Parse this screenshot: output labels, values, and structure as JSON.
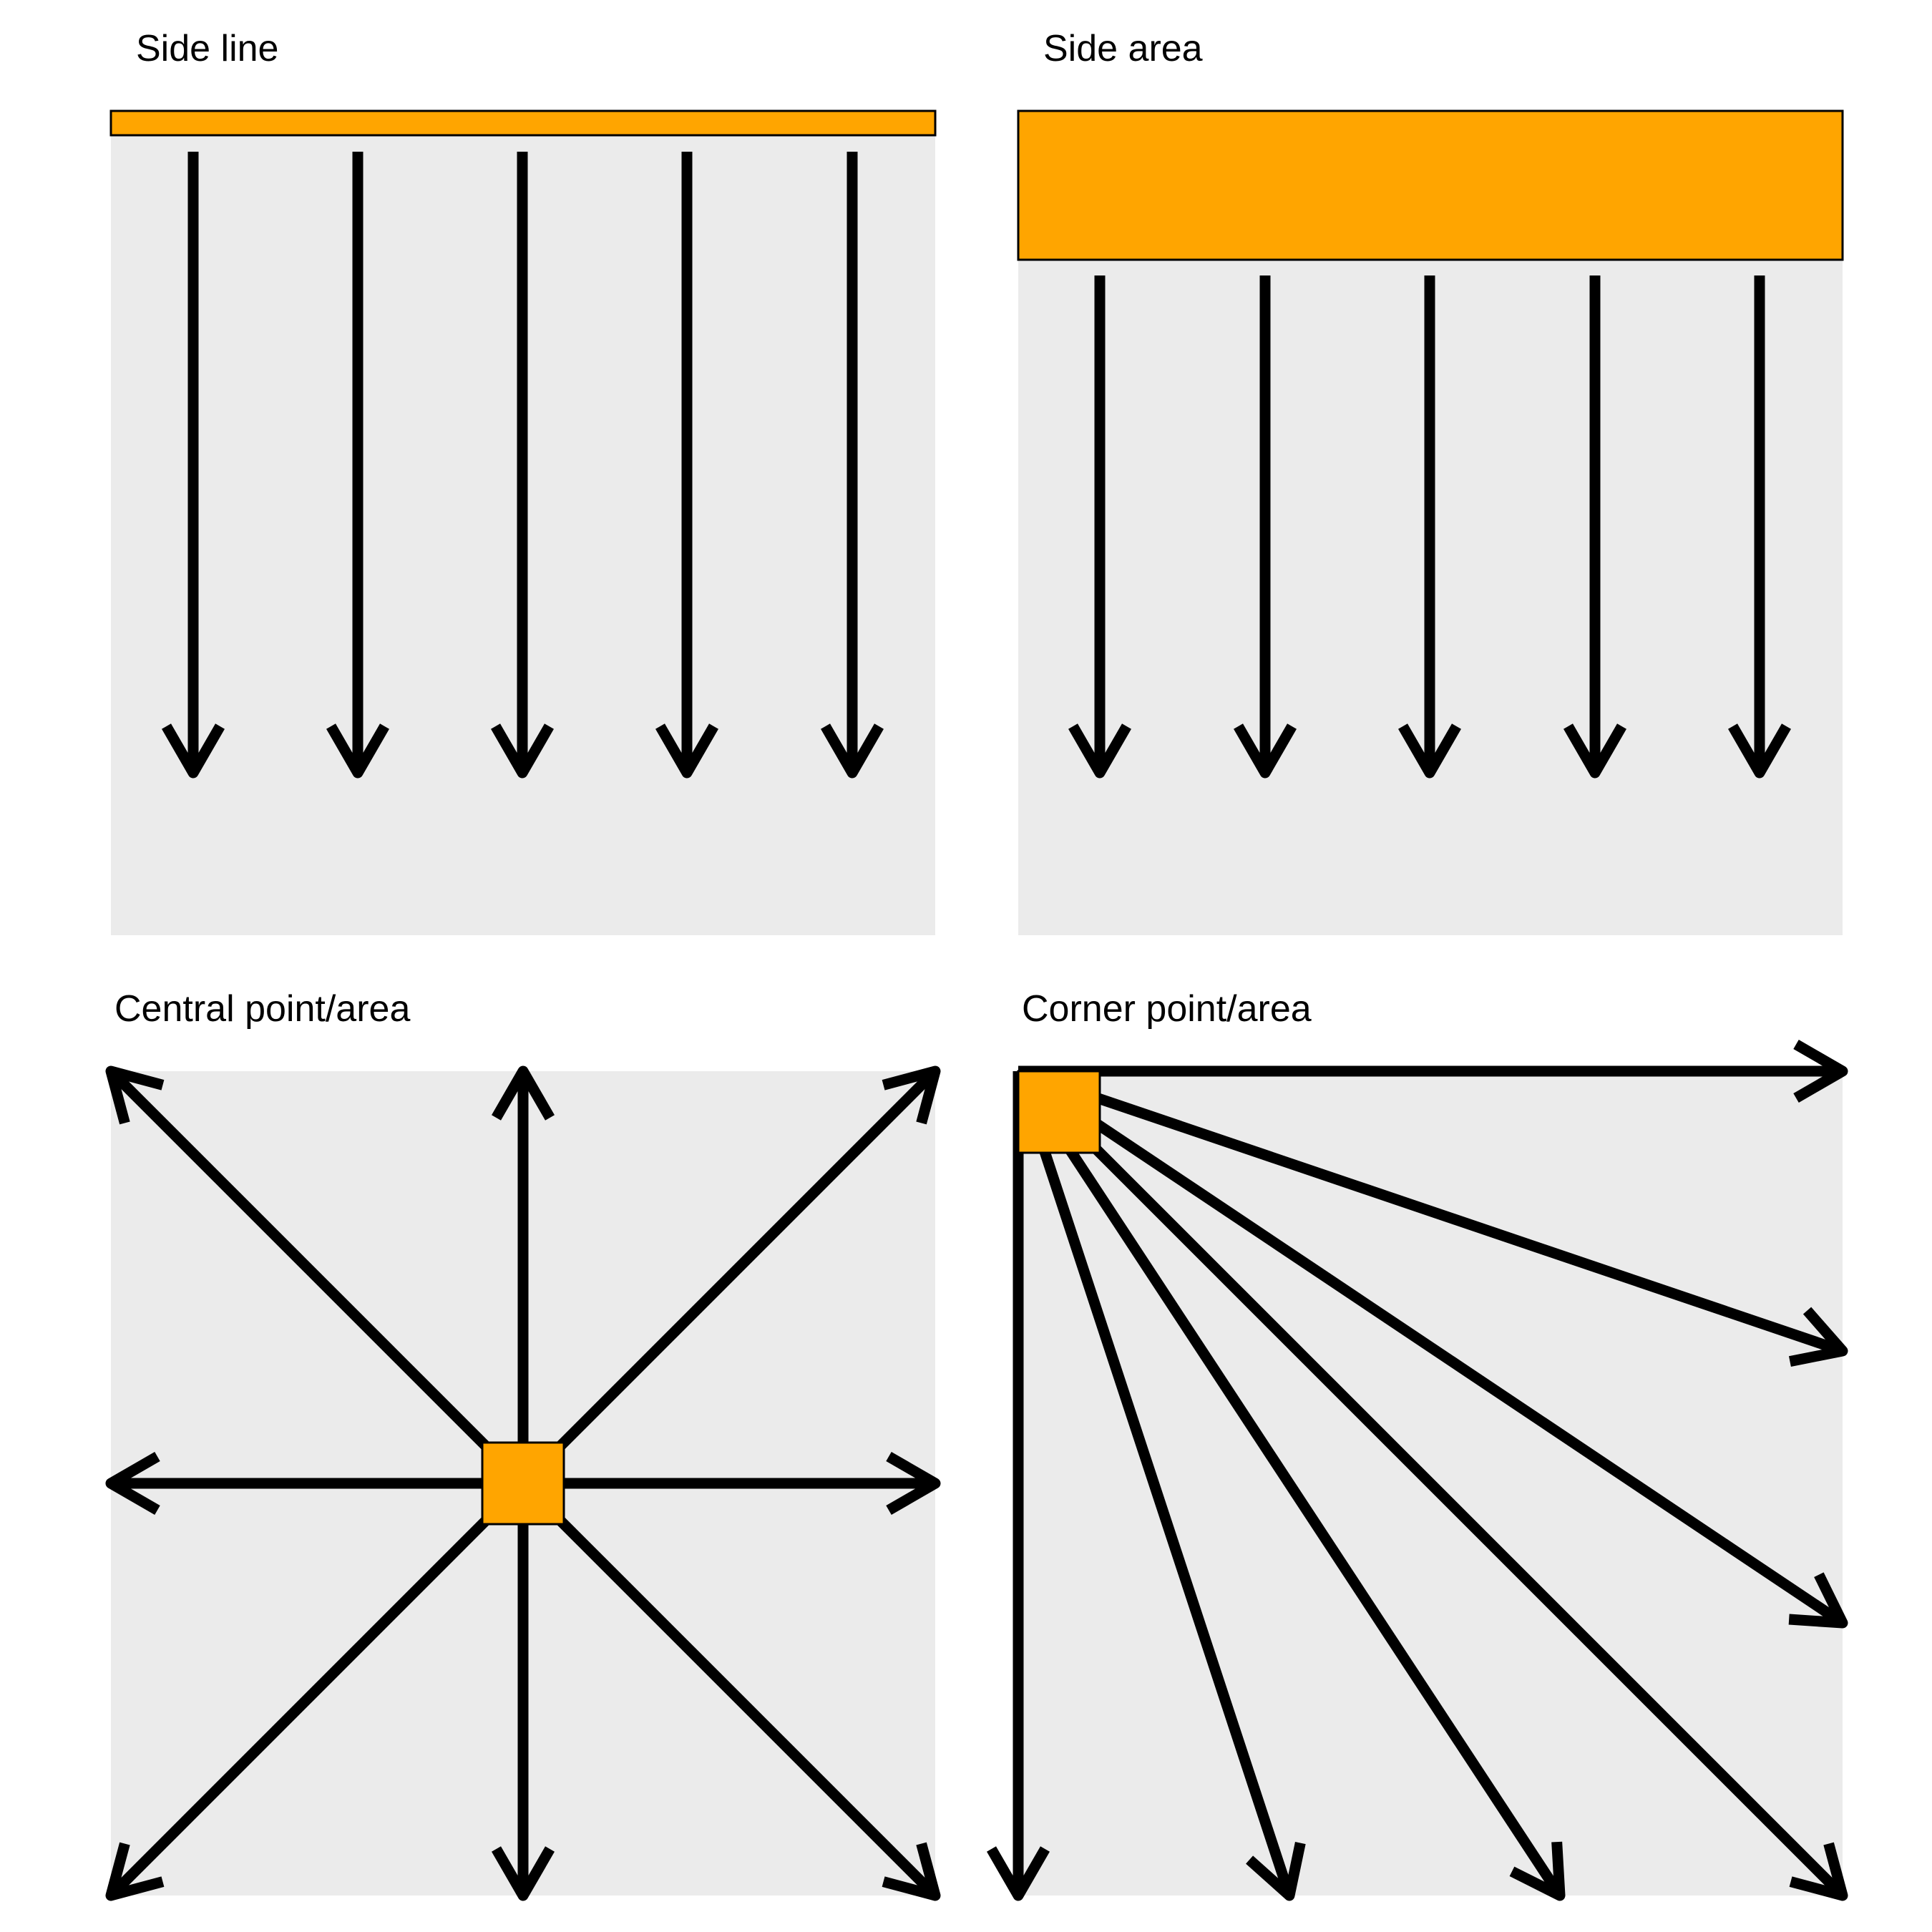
{
  "colors": {
    "panel_background": "#EBEBEB",
    "source_fill": "#FFA500",
    "source_stroke": "#000000",
    "arrow": "#000000",
    "page_background": "#FFFFFF"
  },
  "panels": [
    {
      "key": "side_line",
      "title": "Side line"
    },
    {
      "key": "side_area",
      "title": "Side area"
    },
    {
      "key": "central",
      "title": "Central point/area"
    },
    {
      "key": "corner",
      "title": "Corner point/area"
    }
  ]
}
